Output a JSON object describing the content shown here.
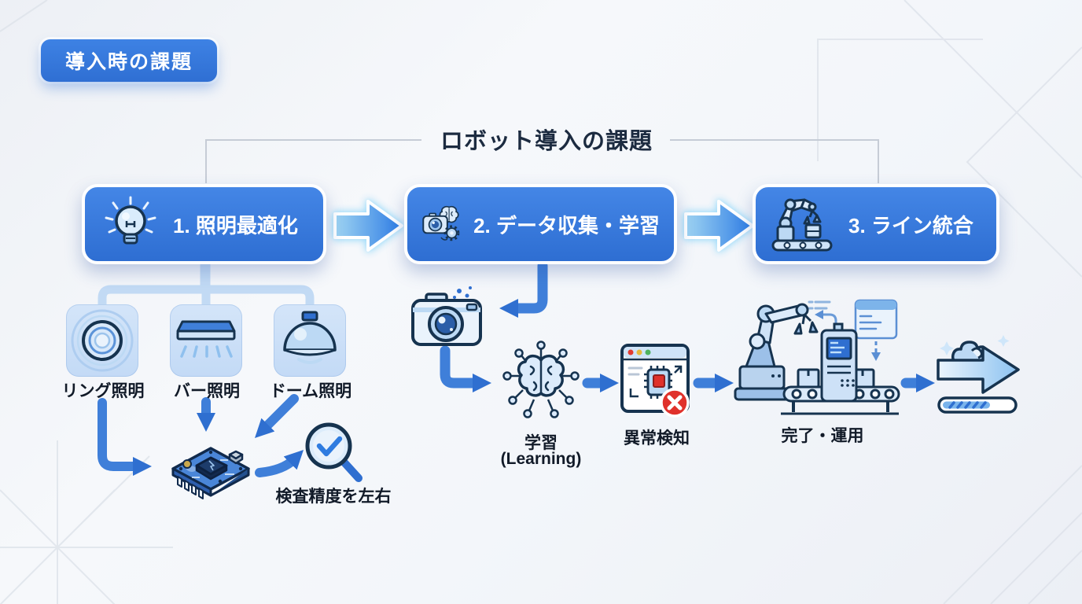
{
  "badge": {
    "label": "導入時の課題"
  },
  "title": "ロボット導入の課題",
  "steps": [
    {
      "label": "1. 照明最適化",
      "icon": "lightbulb-icon"
    },
    {
      "label": "2. データ収集・学習",
      "icon": "camera-brain-gear-icon"
    },
    {
      "label": "3. ライン統合",
      "icon": "robot-arm-icon"
    }
  ],
  "lighting": {
    "items": [
      {
        "label": "リング照明",
        "icon": "ring-light-icon"
      },
      {
        "label": "バー照明",
        "icon": "bar-light-icon"
      },
      {
        "label": "ドーム照明",
        "icon": "dome-light-icon"
      }
    ],
    "board_icon": "circuit-board-icon",
    "result_icon": "magnifier-check-icon",
    "note": "検査精度を左右"
  },
  "learning_flow": {
    "camera_icon": "camera-icon",
    "brain_icon": "neural-brain-icon",
    "learning_label_line1": "学習",
    "learning_label_line2": "(Learning)",
    "anomaly_icon": "anomaly-detection-window-icon",
    "anomaly_label": "異常検知"
  },
  "line_flow": {
    "factory_icon": "robot-production-line-icon",
    "done_label": "完了・運用",
    "final_icon": "deploy-progress-icon"
  },
  "colors": {
    "primary_blue": "#3277dc",
    "box_gradient_top": "#4486e6",
    "box_gradient_bottom": "#2e6ed2",
    "glow_arrow_fill": "#5fa8ec",
    "flow_arrow": "#3f7fd9",
    "light_card_bg": "#cfe2f8",
    "connector_light": "#c2daf4",
    "bracket_gray": "#c6ccd6",
    "title_text": "#1c2b40",
    "label_text": "#111a28",
    "error_red": "#e02d2d",
    "background": "#f2f5f9"
  }
}
